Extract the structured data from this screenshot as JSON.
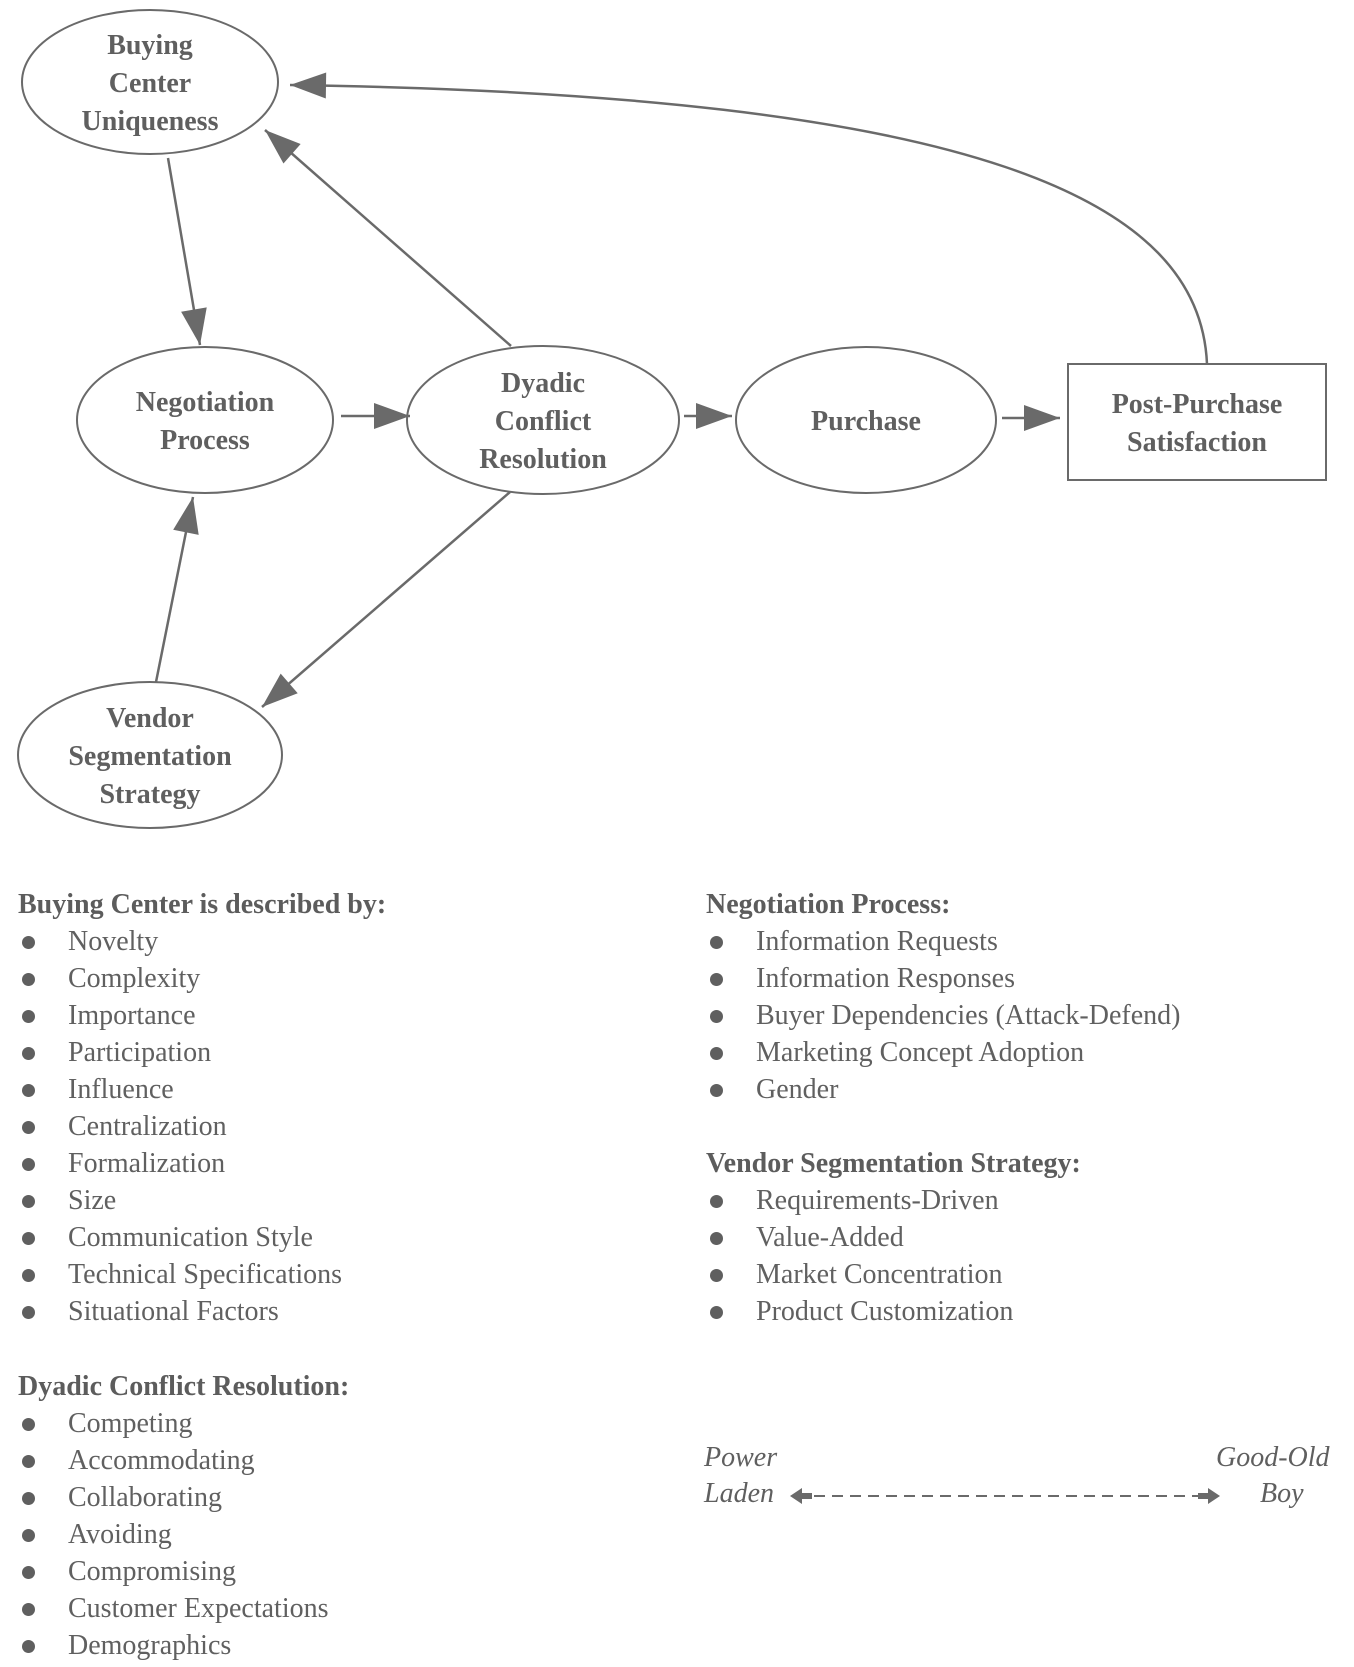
{
  "diagram": {
    "nodes": [
      {
        "id": "buying-center",
        "shape": "ellipse",
        "lines": [
          "Buying",
          "Center",
          "Uniqueness"
        ]
      },
      {
        "id": "negotiation",
        "shape": "ellipse",
        "lines": [
          "Negotiation",
          "Process"
        ]
      },
      {
        "id": "dyadic",
        "shape": "ellipse",
        "lines": [
          "Dyadic",
          "Conflict",
          "Resolution"
        ]
      },
      {
        "id": "purchase",
        "shape": "ellipse",
        "lines": [
          "Purchase"
        ]
      },
      {
        "id": "post-purchase",
        "shape": "rect",
        "lines": [
          "Post-Purchase",
          "Satisfaction"
        ]
      },
      {
        "id": "vendor",
        "shape": "ellipse",
        "lines": [
          "Vendor",
          "Segmentation",
          "Strategy"
        ]
      }
    ],
    "edges": [
      {
        "from": "buying-center",
        "to": "negotiation"
      },
      {
        "from": "dyadic",
        "to": "buying-center"
      },
      {
        "from": "post-purchase",
        "to": "buying-center"
      },
      {
        "from": "negotiation",
        "to": "dyadic"
      },
      {
        "from": "dyadic",
        "to": "purchase"
      },
      {
        "from": "purchase",
        "to": "post-purchase"
      },
      {
        "from": "vendor",
        "to": "negotiation"
      },
      {
        "from": "dyadic",
        "to": "vendor"
      }
    ]
  },
  "lists": {
    "buying_center": {
      "title": "Buying Center is described by:",
      "items": [
        "Novelty",
        "Complexity",
        "Importance",
        "Participation",
        "Influence",
        "Centralization",
        "Formalization",
        "Size",
        "Communication Style",
        "Technical Specifications",
        "Situational Factors"
      ]
    },
    "dyadic": {
      "title": "Dyadic Conflict Resolution:",
      "items": [
        "Competing",
        "Accommodating",
        "Collaborating",
        "Avoiding",
        "Compromising",
        "Customer Expectations",
        "Demographics"
      ]
    },
    "negotiation": {
      "title": "Negotiation Process:",
      "items": [
        "Information Requests",
        "Information Responses",
        "Buyer Dependencies (Attack-Defend)",
        "Marketing Concept Adoption",
        "Gender"
      ]
    },
    "vendor": {
      "title": "Vendor Segmentation Strategy:",
      "items": [
        "Requirements-Driven",
        "Value-Added",
        "Market Concentration",
        "Product Customization"
      ]
    }
  },
  "scale": {
    "left_line1": "Power",
    "left_line2": "Laden",
    "right_line1": "Good-Old",
    "right_line2": "Boy"
  }
}
